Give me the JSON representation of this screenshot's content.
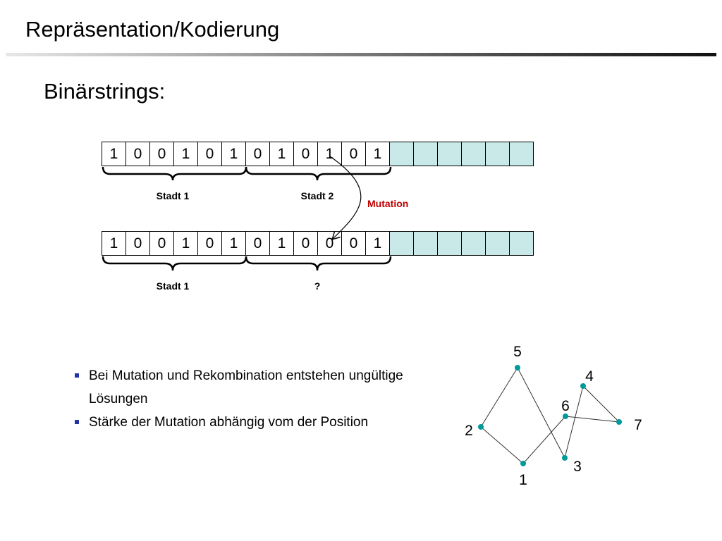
{
  "title": "Repräsentation/Kodierung",
  "subtitle": "Binärstrings:",
  "row1": {
    "bits": [
      "1",
      "0",
      "0",
      "1",
      "0",
      "1",
      "0",
      "1",
      "0",
      "1",
      "0",
      "1"
    ],
    "empty_cells": 6
  },
  "row2": {
    "bits": [
      "1",
      "0",
      "0",
      "1",
      "0",
      "1",
      "0",
      "1",
      "0",
      "0",
      "0",
      "1"
    ],
    "empty_cells": 6
  },
  "braces": {
    "row1": [
      "Stadt 1",
      "Stadt 2"
    ],
    "row2": [
      "Stadt 1",
      "?"
    ]
  },
  "mutation_label": "Mutation",
  "bullets": [
    "Bei Mutation und Rekombination entstehen ungültige Lösungen",
    "Stärke der Mutation abhängig vom der Position"
  ],
  "graph": {
    "nodes": [
      "1",
      "2",
      "3",
      "4",
      "5",
      "6",
      "7"
    ],
    "edges": [
      [
        "2",
        "5"
      ],
      [
        "5",
        "3"
      ],
      [
        "2",
        "1"
      ],
      [
        "1",
        "6"
      ],
      [
        "6",
        "7"
      ],
      [
        "7",
        "4"
      ],
      [
        "4",
        "3"
      ]
    ],
    "node_color": "#009999"
  },
  "colors": {
    "empty_cell": "#c9e8e8",
    "mutation": "#c00000",
    "bullet": "#2233aa"
  }
}
